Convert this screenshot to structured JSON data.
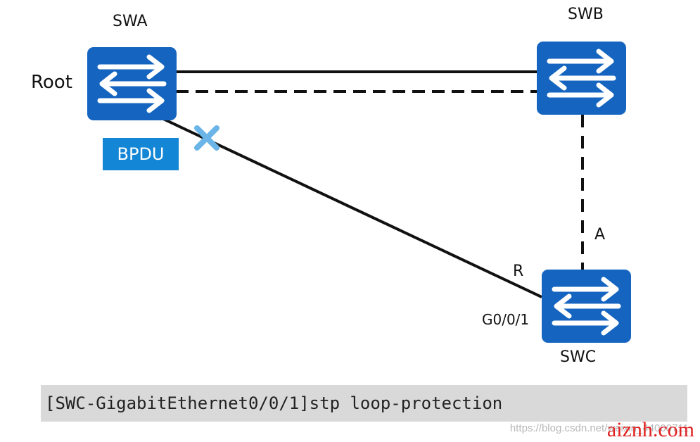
{
  "switches": {
    "swa": {
      "name": "SWA",
      "role": "Root"
    },
    "swb": {
      "name": "SWB"
    },
    "swc": {
      "name": "SWC",
      "interface": "G0/0/1"
    }
  },
  "ports": {
    "swc_to_swa_role": "R",
    "swc_to_swb_role": "A"
  },
  "bpdu_label": "BPDU",
  "command": "[SWC-GigabitEthernet0/0/1]stp loop-protection",
  "watermark": {
    "url": "https://blog.csdn.net/weixin_44000711",
    "brand": "aiznh.com"
  },
  "colors": {
    "switch_fill": "#1565c0",
    "bpdu_fill": "#1386d6",
    "block_mark": "#6ab4e8",
    "link": "#111111"
  },
  "icons": {
    "switch": "switch-icon",
    "blocked": "cross-icon"
  }
}
